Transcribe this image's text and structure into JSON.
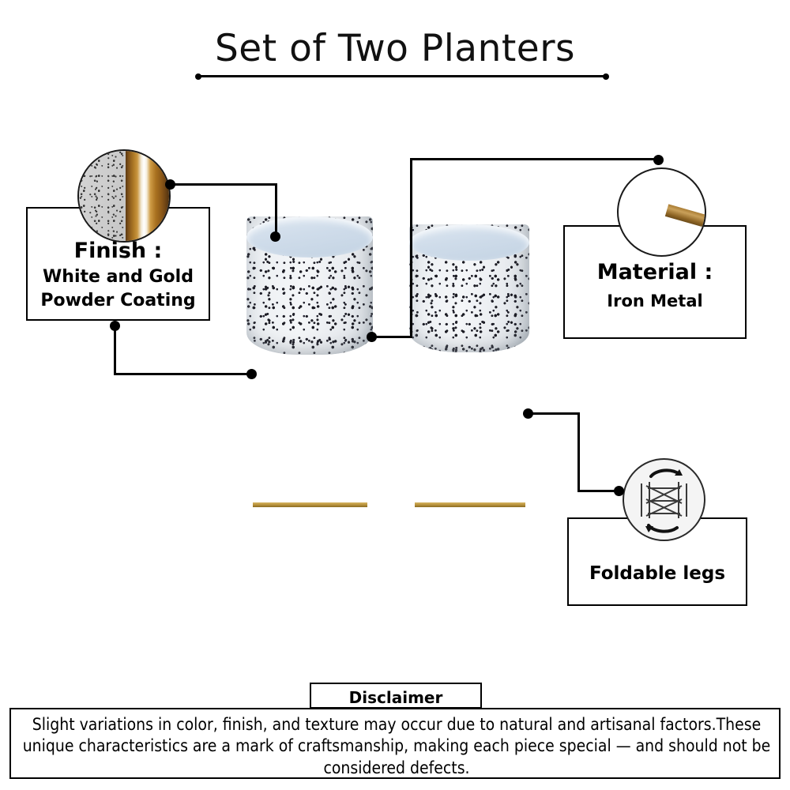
{
  "header": {
    "title": "Set of Two Planters",
    "divider": "horizontal-rule-with-dot-ends"
  },
  "callouts": [
    {
      "id": "finish",
      "heading": "Finish :",
      "detail_line_1": "White and Gold",
      "detail_line_2": "Powder Coating",
      "zoom_icon": "stone-and-gold-finish-swatch"
    },
    {
      "id": "material",
      "heading": "Material :",
      "detail_line_1": "Iron Metal",
      "zoom_icon": "gold-metal-rod-joint"
    },
    {
      "id": "foldable",
      "heading": "Foldable legs",
      "zoom_icon": "foldable-frame-icon"
    }
  ],
  "product": {
    "planter_large": "speckled-white-planter-on-gold-stand",
    "planter_small": "speckled-white-planter-on-gold-stand"
  },
  "disclaimer": {
    "label": "Disclaimer",
    "body": "Slight variations in color, finish, and texture may occur due to natural and artisanal factors.These unique characteristics are a mark of craftsmanship, making each piece special — and should not be considered defects."
  },
  "colors": {
    "gold": "#c9a44e",
    "gold_dark": "#7d5f1e",
    "pot_body": "#eef1f4",
    "pot_rim": "#cfdcea",
    "line": "#000000",
    "background": "#ffffff"
  }
}
